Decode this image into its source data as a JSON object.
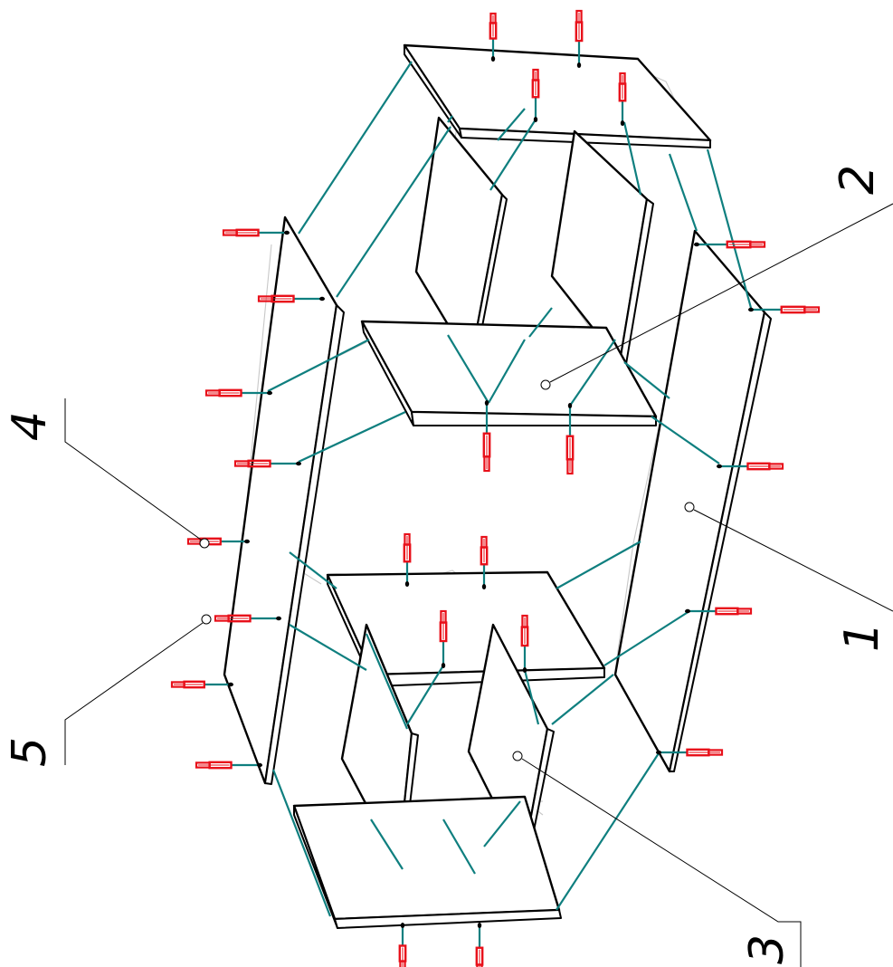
{
  "colors": {
    "fastener": "#e8101a",
    "connector": "#0f7f7f",
    "outline": "#000000",
    "hidden_line": "#c8c8c8"
  },
  "callouts": [
    {
      "id": "1",
      "label": "1"
    },
    {
      "id": "2",
      "label": "2"
    },
    {
      "id": "3",
      "label": "3"
    },
    {
      "id": "4",
      "label": "4"
    },
    {
      "id": "5",
      "label": "5"
    }
  ],
  "icons": {
    "fastener": "cam-bolt-icon",
    "hole": "dowel-hole-icon"
  }
}
